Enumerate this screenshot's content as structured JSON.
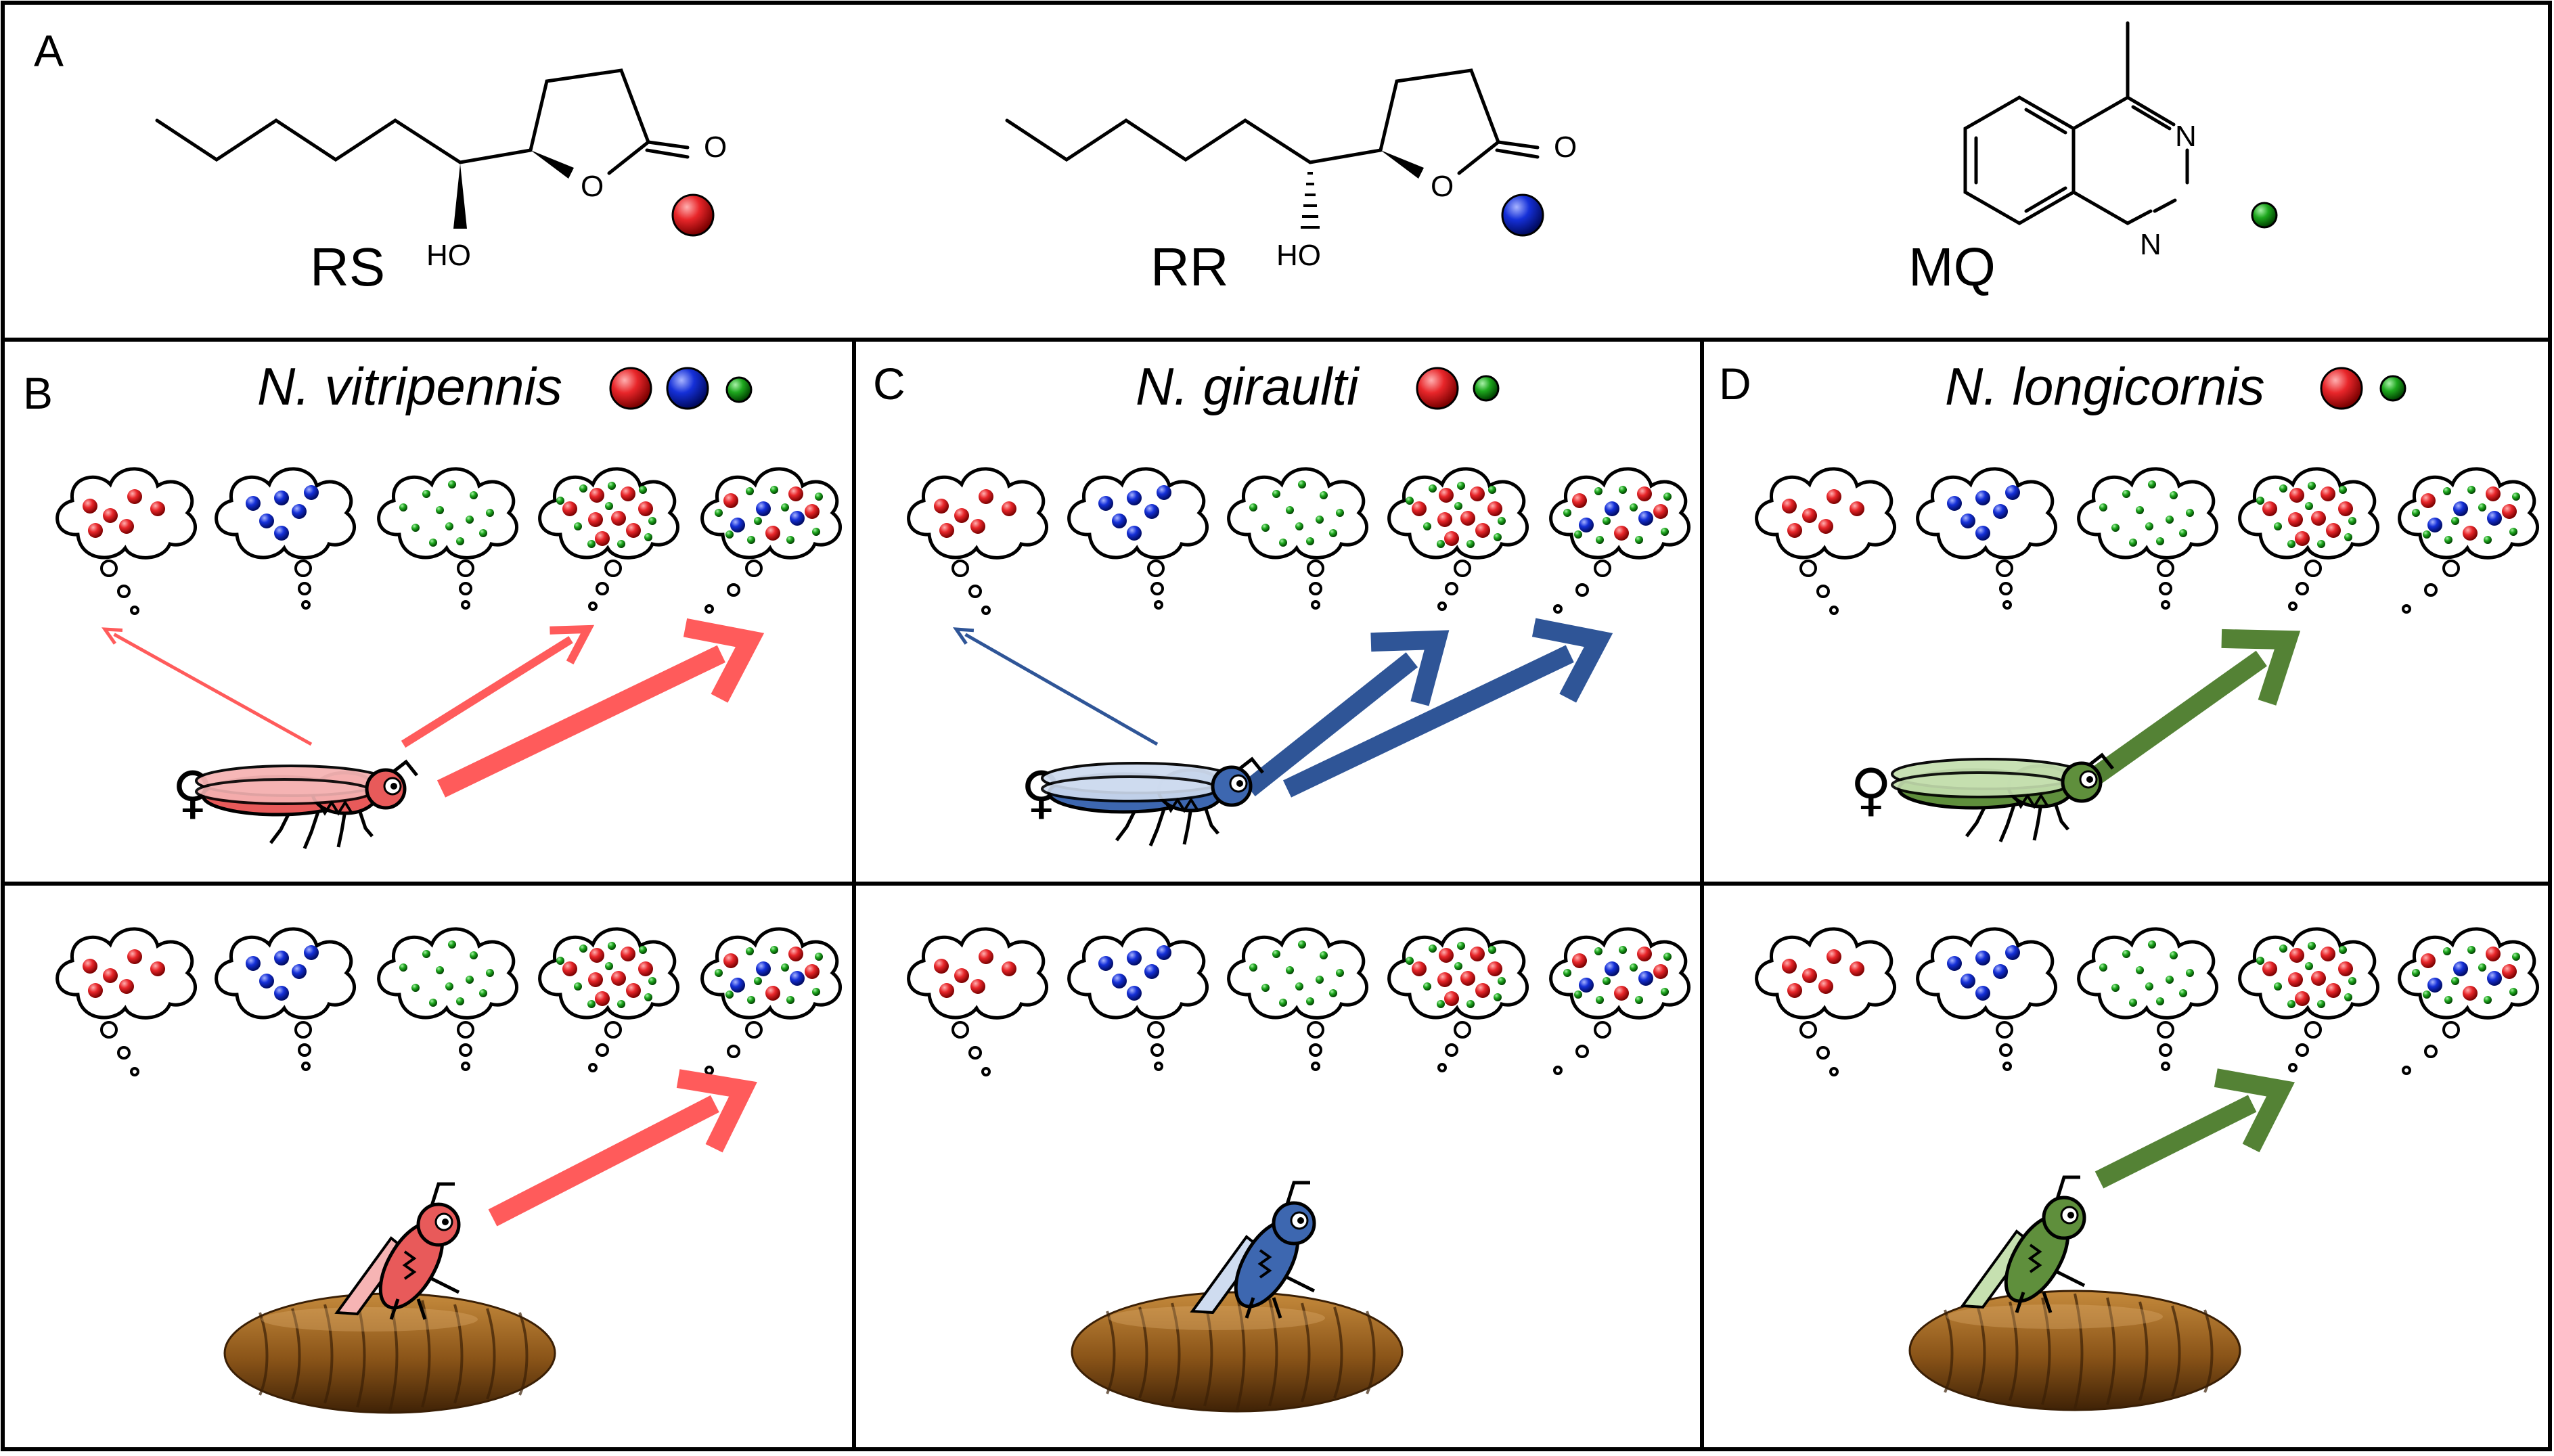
{
  "panels": {
    "A": {
      "letter": "A",
      "compounds": [
        {
          "label": "RS",
          "substituent": "HO",
          "ring_oxygen": "O",
          "carbonyl_oxygen": "O",
          "marker": "red"
        },
        {
          "label": "RR",
          "substituent": "HO",
          "ring_oxygen": "O",
          "carbonyl_oxygen": "O",
          "marker": "blue"
        },
        {
          "label": "MQ",
          "ring_nitrogens": [
            "N",
            "N"
          ],
          "marker": "green"
        }
      ]
    },
    "B": {
      "letter": "B",
      "species": "N. vitripennis",
      "markers": [
        "red",
        "blue",
        "green"
      ],
      "female_symbol": "♀",
      "theme": "red"
    },
    "C": {
      "letter": "C",
      "species": "N. giraulti",
      "markers": [
        "red",
        "green"
      ],
      "female_symbol": "♀",
      "theme": "blue"
    },
    "D": {
      "letter": "D",
      "species": "N. longicornis",
      "markers": [
        "red",
        "green"
      ],
      "female_symbol": "♀",
      "theme": "green"
    }
  },
  "odor_clouds": [
    "RS",
    "RR",
    "MQ",
    "RS + MQ",
    "RS + RR + MQ"
  ],
  "responses": {
    "female": {
      "B": [
        {
          "cloud": 1,
          "weight": "thin"
        },
        {
          "cloud": 4,
          "weight": "medium"
        },
        {
          "cloud": 5,
          "weight": "thick"
        }
      ],
      "C": [
        {
          "cloud": 1,
          "weight": "thin"
        },
        {
          "cloud": 4,
          "weight": "thick"
        },
        {
          "cloud": 5,
          "weight": "thick"
        }
      ],
      "D": [
        {
          "cloud": 4,
          "weight": "thick"
        }
      ]
    },
    "host": {
      "B": [
        {
          "cloud": 5,
          "weight": "thick"
        }
      ],
      "C": [],
      "D": [
        {
          "cloud": 4,
          "weight": "thick"
        }
      ]
    }
  },
  "colors": {
    "red": "#e8262a",
    "blue": "#1530b8",
    "green": "#1aa01a",
    "arrow_red": "#ff5b5b",
    "arrow_blue": "#2f5597",
    "arrow_green": "#548235",
    "wasp_red": "#e85a5a",
    "wasp_blue": "#3d67b0",
    "wasp_green": "#5f8f3c",
    "host_brown": "#7a4a1a",
    "frame": "#000000"
  }
}
